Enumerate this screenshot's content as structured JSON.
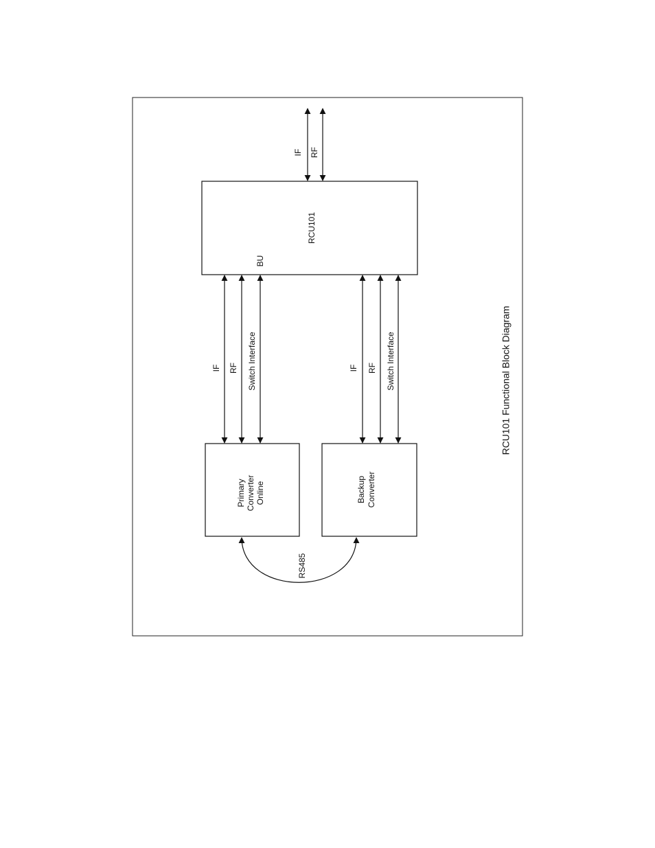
{
  "diagram": {
    "title": "RCU101 Functional Block Diagram",
    "blocks": {
      "rcu": {
        "label": "RCU101",
        "port_label": "BU"
      },
      "primary": {
        "lines": [
          "Primary",
          "Converter",
          "Online"
        ]
      },
      "backup": {
        "lines": [
          "Backup",
          "Converter"
        ]
      }
    },
    "external_links": {
      "if": "IF",
      "rf": "RF"
    },
    "primary_links": {
      "if": "IF",
      "rf": "RF",
      "switch": "Switch Interface"
    },
    "backup_links": {
      "if": "IF",
      "rf": "RF",
      "switch": "Switch Interface"
    },
    "serial_link": {
      "label": "RS485"
    }
  }
}
